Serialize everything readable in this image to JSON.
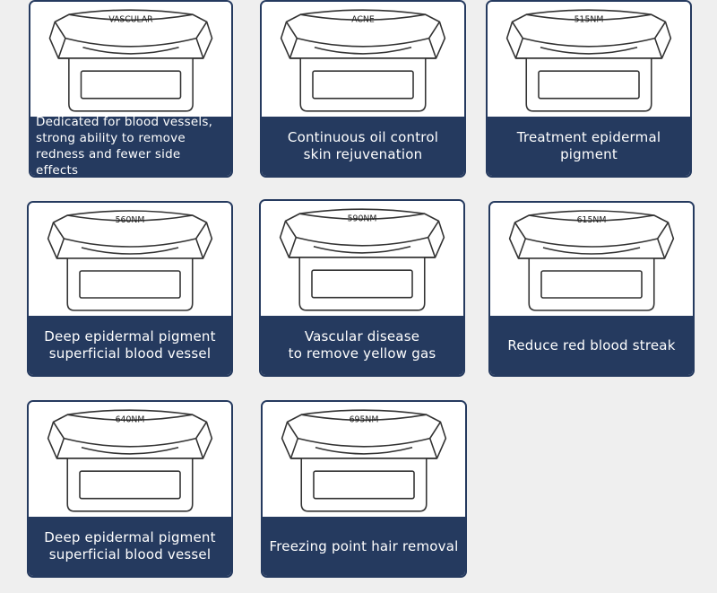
{
  "colors": {
    "caption_bg": "#253a5f",
    "caption_text": "#ffffff",
    "card_border": "#253a5f",
    "page_bg": "#efefef"
  },
  "cards": [
    {
      "label": "VASCULAR",
      "caption": "Dedicated for blood vessels,\nstrong ability to remove\nredness and fewer side effects",
      "icon": "handpiece-filter-icon"
    },
    {
      "label": "ACNE",
      "caption": "Continuous oil control\nskin rejuvenation",
      "icon": "handpiece-filter-icon"
    },
    {
      "label": "515NM",
      "caption": "Treatment epidermal\npigment",
      "icon": "handpiece-filter-icon"
    },
    {
      "label": "560NM",
      "caption": "Deep epidermal pigment\nsuperficial blood vessel",
      "icon": "handpiece-filter-icon"
    },
    {
      "label": "590NM",
      "caption": "Vascular disease\nto remove yellow gas",
      "icon": "handpiece-filter-icon"
    },
    {
      "label": "615NM",
      "caption": "Reduce red blood streak",
      "icon": "handpiece-filter-icon"
    },
    {
      "label": "640NM",
      "caption": "Deep epidermal pigment\nsuperficial blood vessel",
      "icon": "handpiece-filter-icon"
    },
    {
      "label": "695NM",
      "caption": "Freezing point hair removal",
      "icon": "handpiece-filter-icon"
    }
  ]
}
